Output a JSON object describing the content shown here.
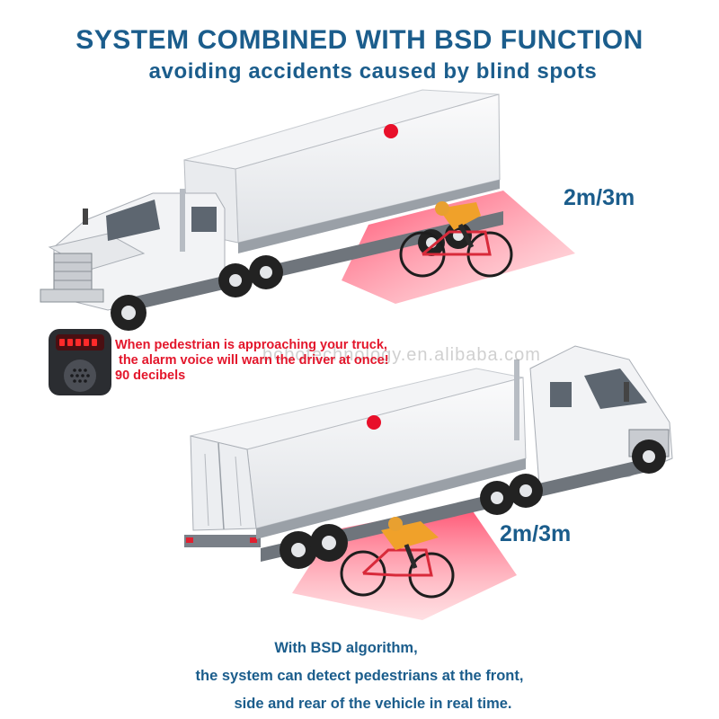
{
  "header": {
    "title": "SYSTEM COMBINED WITH BSD FUNCTION",
    "subtitle": "avoiding accidents caused by blind spots"
  },
  "distance_labels": {
    "top": "2m/3m",
    "bottom": "2m/3m"
  },
  "alarm_text": {
    "line1": "When pedestrian is approaching your truck,",
    "line2": "the alarm voice will warn the driver at once!",
    "line3": "90 decibels"
  },
  "watermark": "bobotechnology.en.alibaba.com",
  "footer": {
    "line1": "With BSD algorithm,",
    "line2": "the system can detect pedestrians at the front,",
    "line3": "side and rear of the vehicle in real time."
  },
  "colors": {
    "heading": "#1b5d8c",
    "alarm_text": "#e3162b",
    "detection_zone": "#ff3d5a",
    "sensor_dot": "#e8102a"
  }
}
